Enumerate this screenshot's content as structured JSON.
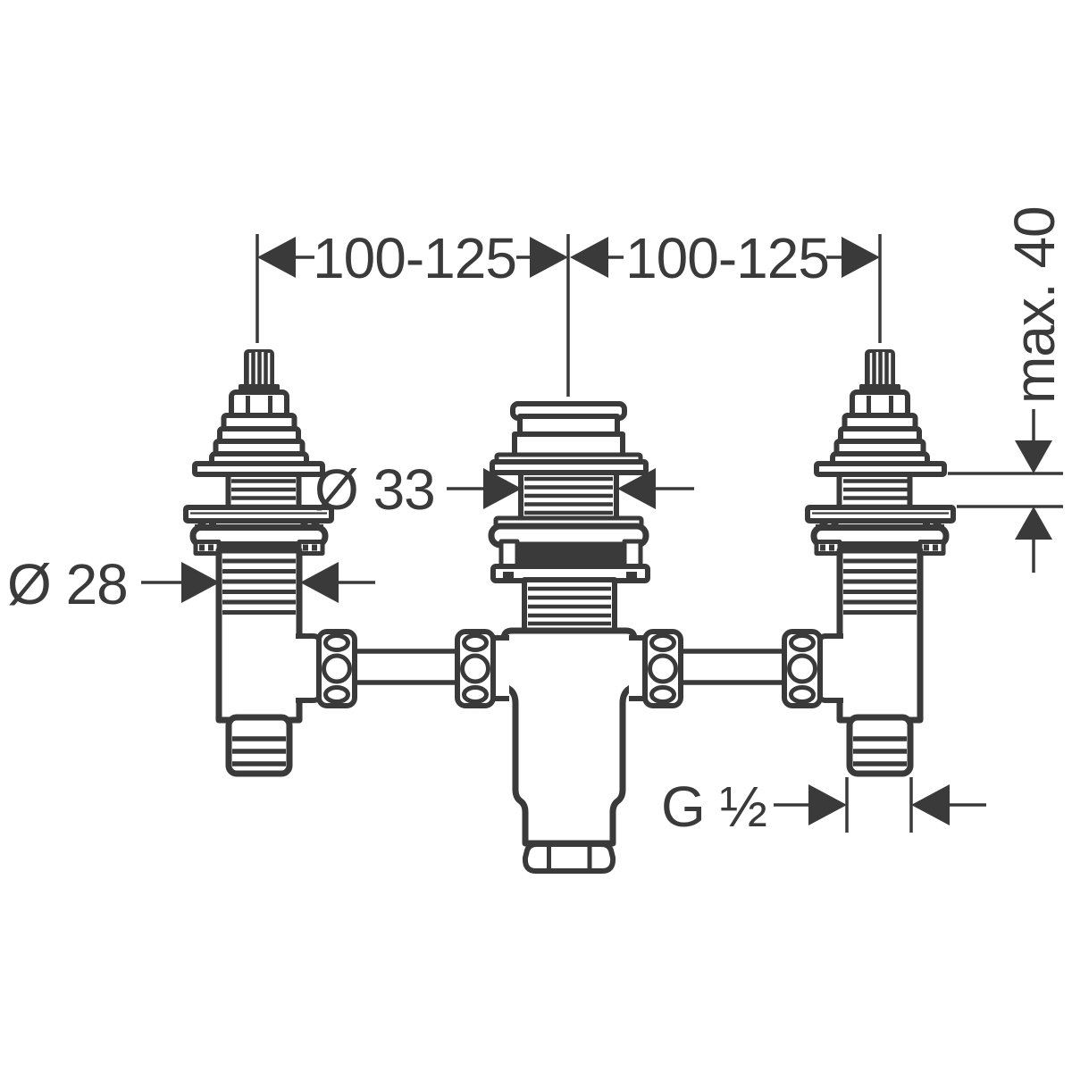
{
  "page": {
    "background": "#ffffff"
  },
  "drawing": {
    "line_color": "#3a3a3a",
    "labels": {
      "span_left": "100-125",
      "span_right": "100-125",
      "max_depth": "max. 40",
      "diameter_33": "Ø 33",
      "diameter_28": "Ø 28",
      "thread_size": "G ½"
    }
  }
}
